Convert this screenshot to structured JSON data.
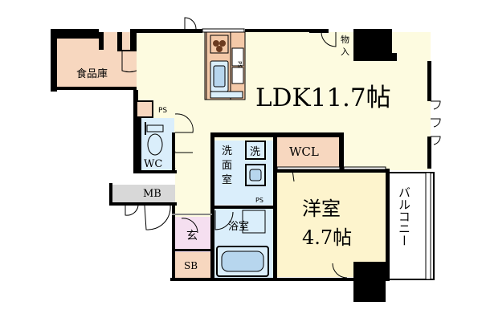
{
  "floorplan": {
    "rooms": {
      "ldk": "LDK11.7帖",
      "food_storage": "食品庫",
      "ps_top": "PS",
      "ps_mid": "PS",
      "ps_bath": "PS",
      "wc": "WC",
      "washroom_line1": "洗",
      "washroom_line2": "面",
      "washroom_line3": "室",
      "washer": "洗",
      "wcl": "WCL",
      "bedroom_line1": "洋室",
      "bedroom_line2": "4.7帖",
      "bathroom": "浴室",
      "entrance": "玄",
      "mb": "MB",
      "sb": "SB",
      "balcony": "バルコニー",
      "storage_top_line1": "物",
      "storage_top_line2": "入"
    },
    "colors": {
      "ldk": "#fdfbe0",
      "corridor": "#fdfbe0",
      "wcl": "#f7d7bf",
      "food_storage": "#f7d7bf",
      "counter_wood": "#f4c9a8",
      "bedroom": "#fdf4cd",
      "bathroom": "#daeefb",
      "wc": "#daeefb",
      "washroom": "#daeefb",
      "entrance": "#f5dff0",
      "sb": "#f7d7bf",
      "mb": "#d8d8d8",
      "balcony": "#ffffff",
      "wall": "#000000"
    }
  }
}
